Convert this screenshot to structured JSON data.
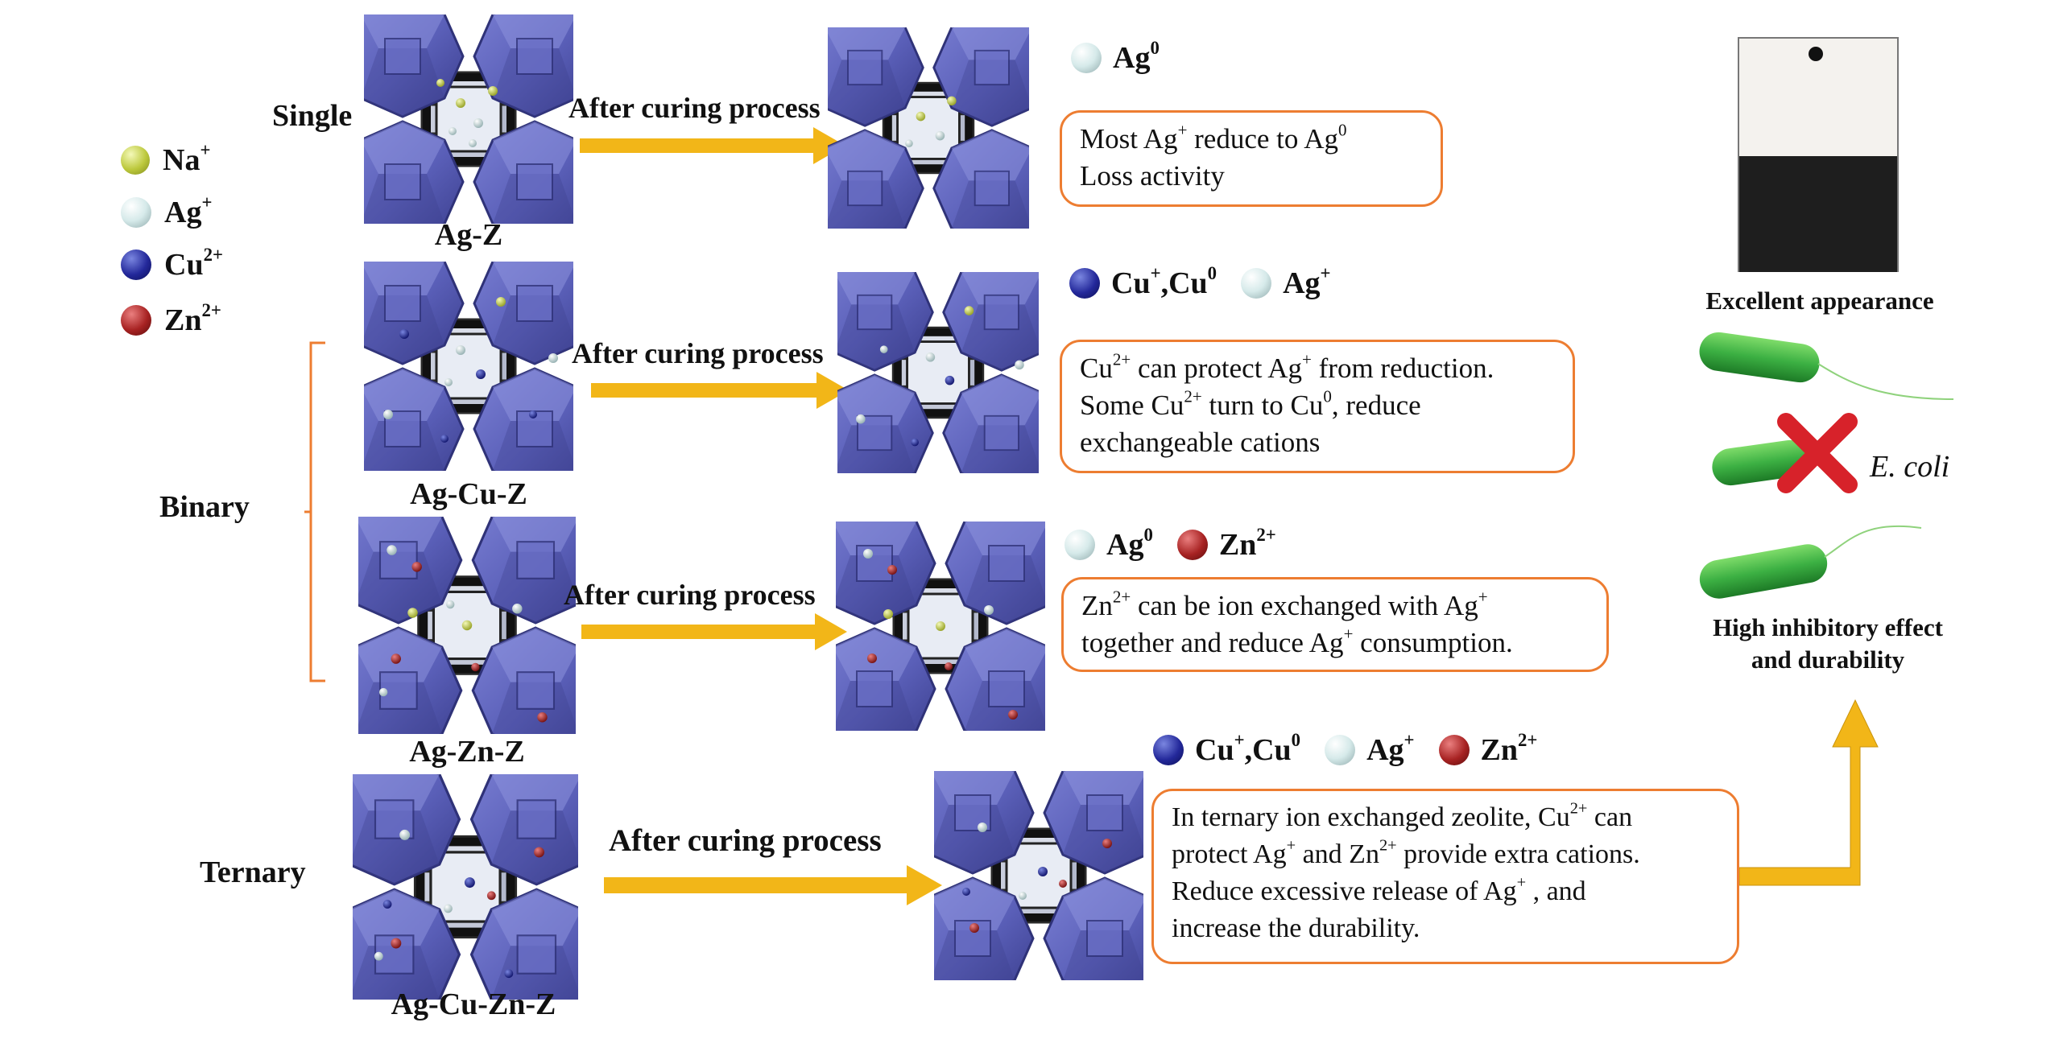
{
  "legend": [
    {
      "ion": "Na",
      "charge": "+",
      "color": "#bcc83c"
    },
    {
      "ion": "Ag",
      "charge": "+",
      "color": "#d6eaea"
    },
    {
      "ion": "Cu",
      "charge": "2+",
      "color": "#23289a"
    },
    {
      "ion": "Zn",
      "charge": "2+",
      "color": "#a72222"
    }
  ],
  "categories": {
    "single": "Single",
    "binary": "Binary",
    "ternary": "Ternary"
  },
  "samples": {
    "ag_z": "Ag-Z",
    "ag_cu_z": "Ag-Cu-Z",
    "ag_zn_z": "Ag-Zn-Z",
    "ag_cu_zn_z": "Ag-Cu-Zn-Z"
  },
  "arrow_label": "After curing process",
  "results": {
    "single": {
      "species": [
        "Ag"
      ],
      "species_sup": [
        "0"
      ],
      "line1_a": "Most Ag",
      "line1_sup1": "+",
      "line1_b": " reduce to Ag",
      "line1_sup2": "0",
      "line2": "Loss activity"
    },
    "ag_cu": {
      "species_a": "Cu",
      "species_a_sup1": "+",
      "species_a_mid": ",Cu",
      "species_a_sup2": "0",
      "species_b": "Ag",
      "species_b_sup": "+",
      "line1_a": "Cu",
      "line1_sup1": "2+",
      "line1_b": " can protect Ag",
      "line1_sup2": "+",
      "line1_c": " from reduction.",
      "line2_a": "Some Cu",
      "line2_sup1": "2+",
      "line2_b": " turn to Cu",
      "line2_sup2": "0",
      "line2_c": ", reduce",
      "line3": "exchangeable cations"
    },
    "ag_zn": {
      "species_a": "Ag",
      "species_a_sup": "0",
      "species_b": "Zn",
      "species_b_sup": "2+",
      "line1_a": "Zn",
      "line1_sup1": "2+",
      "line1_b": " can be ion exchanged with Ag",
      "line1_sup2": "+",
      "line2_a": "together and reduce Ag",
      "line2_sup": "+",
      "line2_b": " consumption."
    },
    "ternary": {
      "species_a": "Cu",
      "species_a_sup1": "+",
      "species_a_mid": ",Cu",
      "species_a_sup2": "0",
      "species_b": "Ag",
      "species_b_sup": "+",
      "species_c": "Zn",
      "species_c_sup": "2+",
      "line1_a": "In ternary ion exchanged zeolite, Cu",
      "line1_sup": "2+",
      "line1_b": " can",
      "line2_a": "protect Ag",
      "line2_sup1": "+",
      "line2_b": " and Zn",
      "line2_sup2": "2+",
      "line2_c": " provide extra cations.",
      "line3_a": "Reduce excessive release of Ag",
      "line3_sup": "+",
      "line3_b": " , and",
      "line4": "increase the durability."
    }
  },
  "outcome": {
    "appearance_label": "Excellent appearance",
    "organism": "E. coli",
    "effect_line1": "High inhibitory effect",
    "effect_line2": "and durability"
  },
  "colors": {
    "zeolite": "#5a5fb8",
    "arrow": "#f2b618",
    "box_border": "#ed7d31",
    "bacteria": "#3cb043",
    "cross": "#d7222a"
  }
}
